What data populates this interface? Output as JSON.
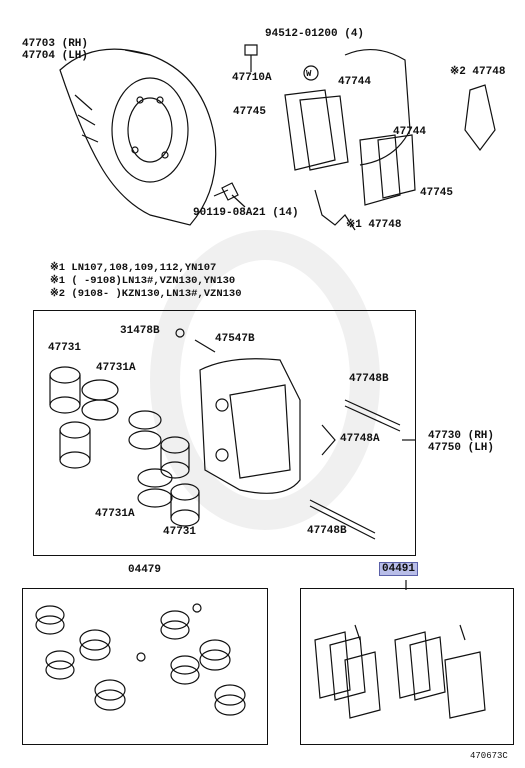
{
  "labels": {
    "l47703": "47703 (RH)",
    "l47704": "47704 (LH)",
    "l94512": "94512-01200 (4)",
    "l47710a": "47710A",
    "l47744a": "47744",
    "l47745a": "47745",
    "l47744b": "47744",
    "l47745b": "47745",
    "l47748top": "※2 47748",
    "l90119": "90119-08A21 (14)",
    "l47748mid": "※1 47748",
    "w": "W",
    "l31478": "31478B",
    "l47547": "47547B",
    "l47731a": "47731",
    "l47731Aa": "47731A",
    "l47731Ab": "47731A",
    "l47731b": "47731",
    "l47748B1": "47748B",
    "l47748A": "47748A",
    "l47748B2": "47748B",
    "l47730": "47730 (RH)",
    "l47750": "47750 (LH)",
    "l04479": "04479",
    "l04491": "04491",
    "code": "470673C"
  },
  "notes": [
    "※1 LN107,108,109,112,YN107",
    "※1 (      -9108)LN13#,VZN130,YN130",
    "※2 (9108-     )KZN130,LN13#,VZN130"
  ],
  "colors": {
    "ink": "#111111",
    "highlight": "#b8bde8"
  }
}
